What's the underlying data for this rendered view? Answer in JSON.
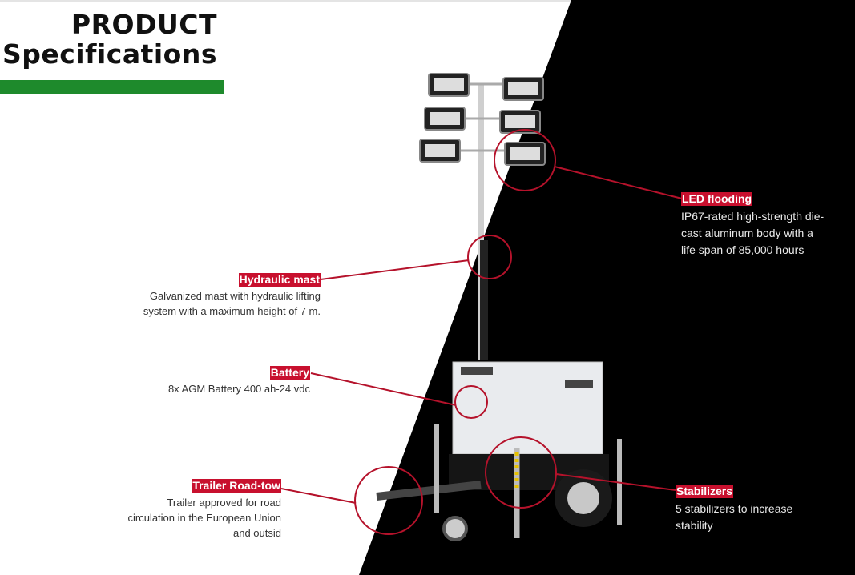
{
  "header": {
    "title_line1": "PRODUCT",
    "title_line2": "Specifications"
  },
  "colors": {
    "accent_red": "#c8102e",
    "brand_green": "#1e8a2c",
    "dark_bg": "#000000"
  },
  "callouts": {
    "led": {
      "label": "LED flooding",
      "lines": [
        "IP67-rated high-strength die-",
        "cast aluminum body with a",
        "life span of 85,000 hours"
      ]
    },
    "mast": {
      "label": "Hydraulic mast",
      "lines": [
        "Galvanized mast with hydraulic lifting",
        "system with a maximum height of 7 m."
      ]
    },
    "battery": {
      "label": "Battery",
      "lines": [
        "8x AGM Battery 400 ah-24 vdc"
      ]
    },
    "trailer": {
      "label": "Trailer Road-tow",
      "lines": [
        "Trailer approved for road",
        "circulation in the European Union",
        "and outsid"
      ]
    },
    "stabilizers": {
      "label": "Stabilizers",
      "lines": [
        "5 stabilizers to increase",
        "stability"
      ]
    }
  }
}
